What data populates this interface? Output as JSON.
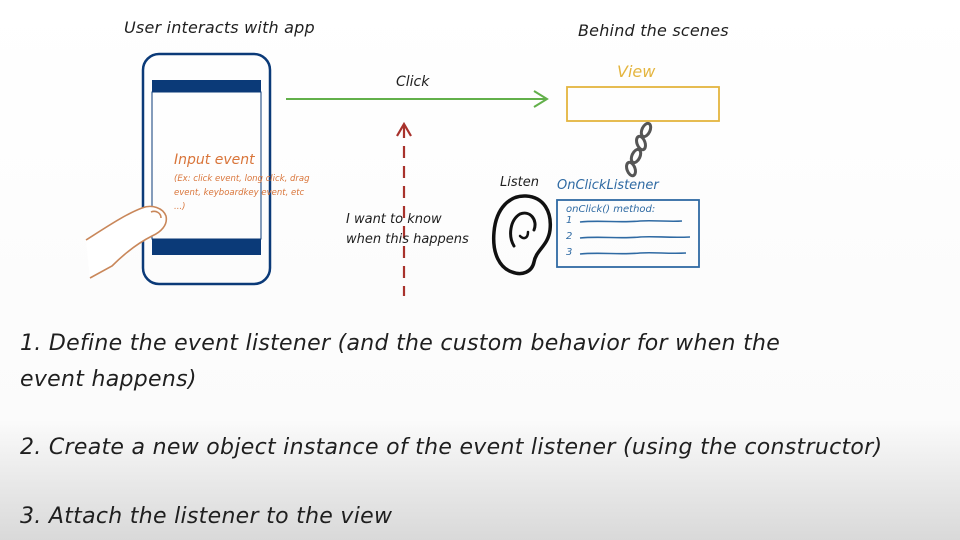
{
  "diagram": {
    "header_left": "User interacts with app",
    "header_right": "Behind the scenes",
    "click_label": "Click",
    "question_line1": "I want to know",
    "question_line2": "when this happens",
    "listen_label": "Listen",
    "view_label": "View",
    "listener_title": "OnClickListener",
    "listener_method": "onClick() method:",
    "listener_lines": [
      "1",
      "2",
      "3"
    ],
    "input_event_title": "Input event",
    "input_event_desc": "(Ex: click event, long click, drag event, keyboardkey event, etc ...)"
  },
  "steps": [
    "1. Define the event listener (and the custom behavior for when the event happens)",
    "2. Create a new object instance of the event listener (using the constructor)",
    "3. Attach the listener to the view"
  ],
  "colors": {
    "phone": "#0b3a78",
    "arrow_green": "#62b04a",
    "arrow_red": "#a8322c",
    "view_box": "#e4b53f",
    "listener_blue": "#2f6aa3",
    "input_event": "#d9753a"
  }
}
